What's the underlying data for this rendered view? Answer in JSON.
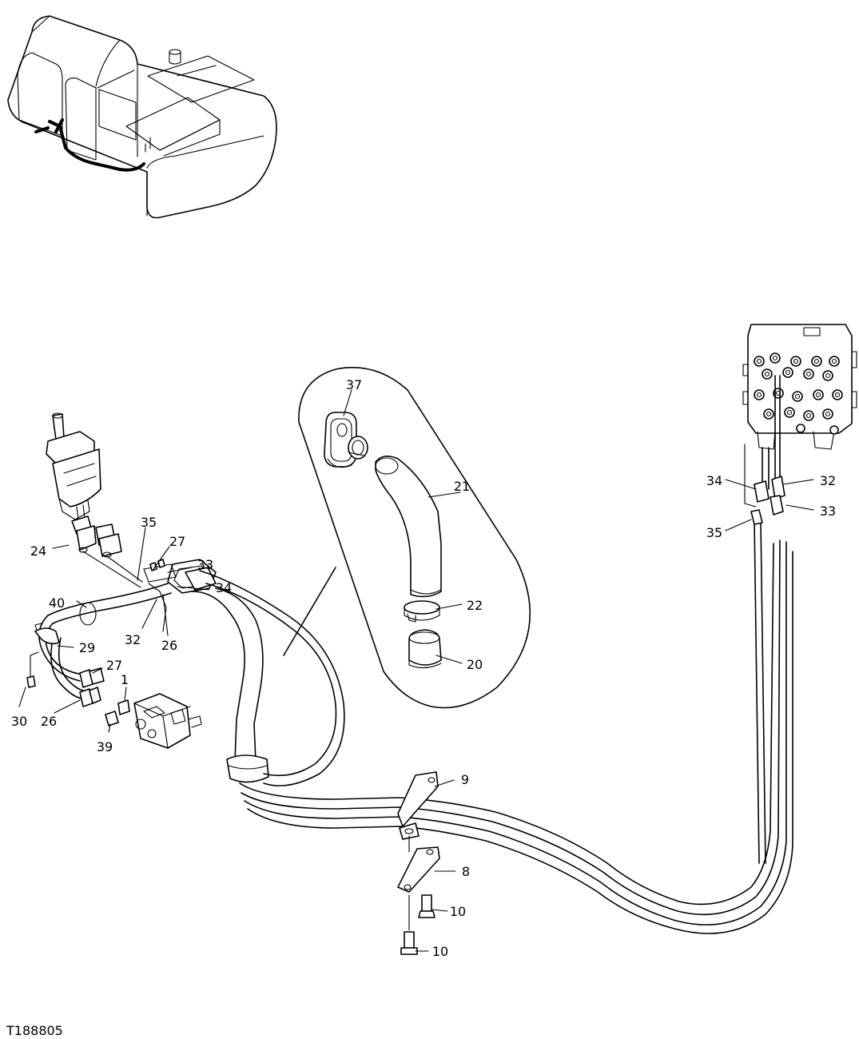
{
  "figure_id": "T188805",
  "callouts": [
    {
      "id": "c1",
      "label": "1"
    },
    {
      "id": "c8",
      "label": "8"
    },
    {
      "id": "c9",
      "label": "9"
    },
    {
      "id": "c10a",
      "label": "10"
    },
    {
      "id": "c10b",
      "label": "10"
    },
    {
      "id": "c20",
      "label": "20"
    },
    {
      "id": "c21",
      "label": "21"
    },
    {
      "id": "c22",
      "label": "22"
    },
    {
      "id": "c24",
      "label": "24"
    },
    {
      "id": "c26a",
      "label": "26"
    },
    {
      "id": "c26b",
      "label": "26"
    },
    {
      "id": "c27a",
      "label": "27"
    },
    {
      "id": "c27b",
      "label": "27"
    },
    {
      "id": "c29",
      "label": "29"
    },
    {
      "id": "c30",
      "label": "30"
    },
    {
      "id": "c32a",
      "label": "32"
    },
    {
      "id": "c32b",
      "label": "32"
    },
    {
      "id": "c33a",
      "label": "33"
    },
    {
      "id": "c33b",
      "label": "33"
    },
    {
      "id": "c34a",
      "label": "34"
    },
    {
      "id": "c34b",
      "label": "34"
    },
    {
      "id": "c35a",
      "label": "35"
    },
    {
      "id": "c35b",
      "label": "35"
    },
    {
      "id": "c37",
      "label": "37"
    },
    {
      "id": "c39",
      "label": "39"
    },
    {
      "id": "c40",
      "label": "40"
    }
  ]
}
